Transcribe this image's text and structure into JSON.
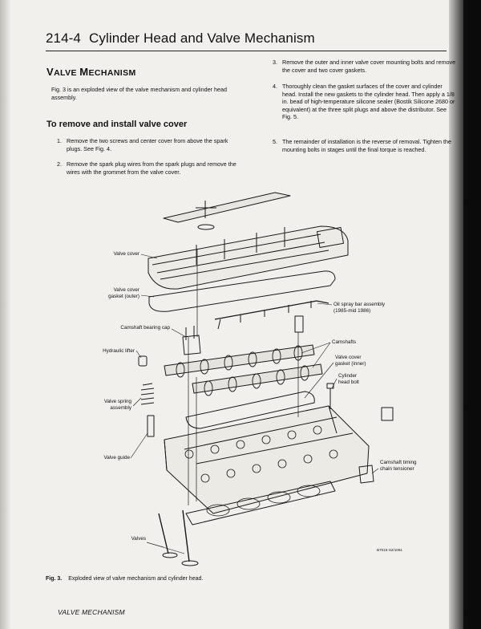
{
  "header": {
    "page_number": "214-4",
    "title": "Cylinder Head and Valve Mechanism"
  },
  "section": {
    "title_cap1": "V",
    "title_rest1": "ALVE ",
    "title_cap2": "M",
    "title_rest2": "ECHANISM"
  },
  "intro": "Fig. 3 is an exploded view of the valve mechanism and cylinder head assembly.",
  "subsection": "To remove and install valve cover",
  "steps": [
    {
      "num": "1.",
      "text": "Remove the two screws and center cover from above the spark plugs. See Fig. 4."
    },
    {
      "num": "2.",
      "text": "Remove the spark plug wires from the spark plugs and remove the wires with the grommet from the valve cover."
    },
    {
      "num": "3.",
      "text": "Remove the outer and inner valve cover mounting bolts and remove the cover and two cover gaskets."
    },
    {
      "num": "4.",
      "text": "Thoroughly clean the gasket surfaces of the cover and cylinder head. Install the new gaskets to the cylinder head. Then apply a 1/8 in. bead of high-temperature silicone sealer (Bostik Silicone 2680 or equivalent) at the three split plugs and above the distributor. See Fig. 5."
    },
    {
      "num": "5.",
      "text": "The remainder of installation is the reverse of removal. Tighten the mounting bolts in stages until the final torque is reached."
    }
  ],
  "figure": {
    "labels": {
      "valve_cover": "Valve cover",
      "valve_cover_gasket_outer_1": "Valve cover",
      "valve_cover_gasket_outer_2": "gasket (outer)",
      "oil_spray_bar_1": "Oil spray bar assembly",
      "oil_spray_bar_2": "(1985-mid 1986)",
      "camshaft_bearing_cap": "Camshaft bearing cap",
      "camshafts": "Camshafts",
      "hydraulic_lifter": "Hydraulic lifter",
      "valve_cover_gasket_inner_1": "Valve cover",
      "valve_cover_gasket_inner_2": "gasket (inner)",
      "cylinder_head_bolt_1": "Cylinder",
      "cylinder_head_bolt_2": "head bolt",
      "valve_spring_assembly_1": "Valve spring",
      "valve_spring_assembly_2": "assembly",
      "valve_guide": "Valve guide",
      "camshaft_timing_1": "Camshaft timing",
      "camshaft_timing_2": "chain tensioner",
      "valves": "Valves"
    },
    "code": "B7015-S2/1061",
    "caption_num": "Fig. 3.",
    "caption_text": "Exploded view of valve mechanism and cylinder head."
  },
  "footer": "VALVE MECHANISM"
}
